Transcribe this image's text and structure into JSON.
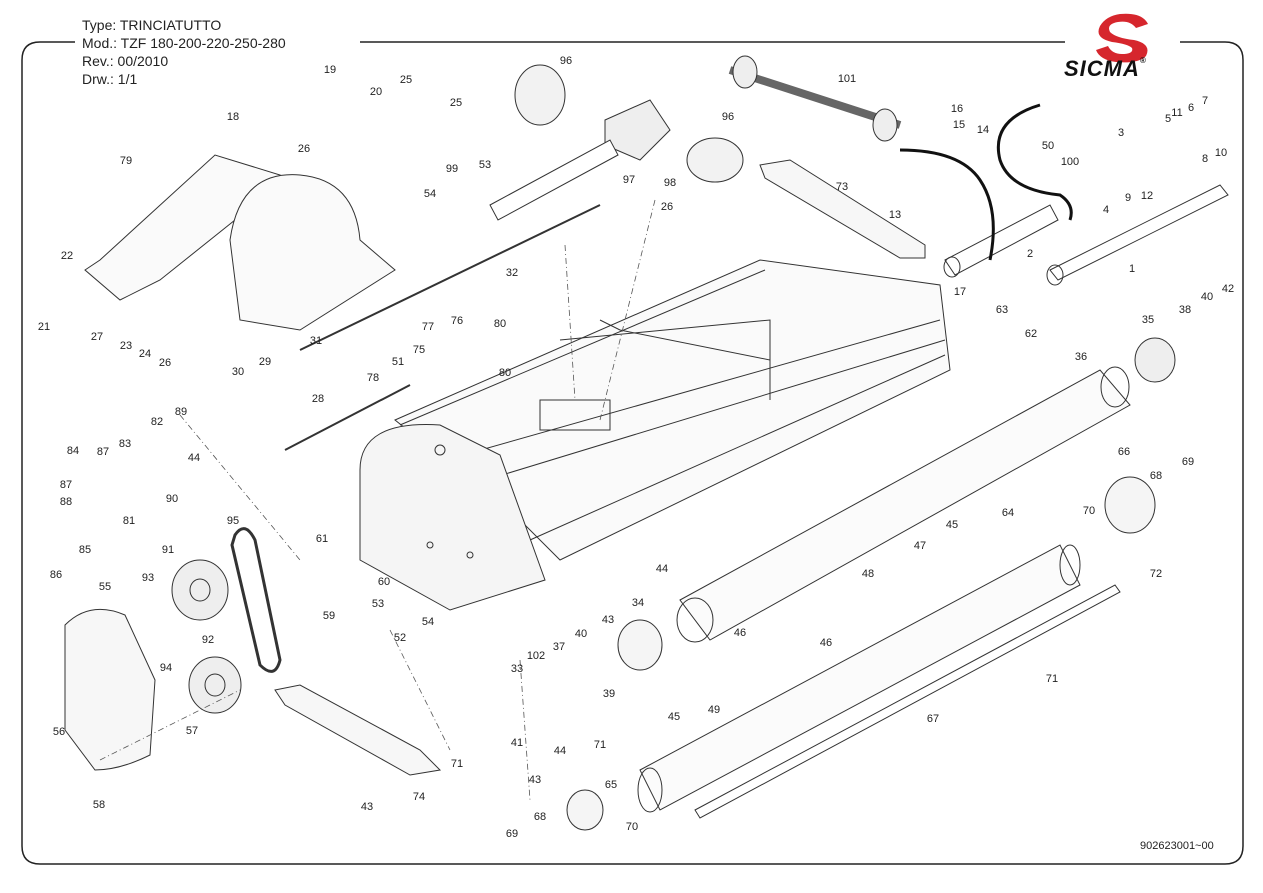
{
  "header": {
    "type_line": "Type: TRINCIATUTTO",
    "mod_line": "Mod.: TZF 180-200-220-250-280",
    "rev_line": "Rev.:  00/2010",
    "drw_line": "Drw.:  1/1"
  },
  "brand": {
    "name": "SICMA",
    "registered": "®",
    "color": "#d6262d"
  },
  "drawing_number": "902623001~00",
  "callouts": [
    "19",
    "20",
    "25",
    "25",
    "26",
    "18",
    "79",
    "96",
    "96",
    "101",
    "99",
    "53",
    "54",
    "97",
    "98",
    "26",
    "22",
    "21",
    "27",
    "23",
    "24",
    "26",
    "32",
    "31",
    "77",
    "76",
    "80",
    "75",
    "51",
    "80",
    "78",
    "30",
    "29",
    "28",
    "82",
    "89",
    "44",
    "83",
    "84",
    "87",
    "87",
    "88",
    "81",
    "90",
    "85",
    "86",
    "95",
    "91",
    "93",
    "92",
    "55",
    "94",
    "56",
    "57",
    "58",
    "61",
    "60",
    "59",
    "53",
    "52",
    "54",
    "16",
    "15",
    "14",
    "50",
    "100",
    "13",
    "2",
    "73",
    "17",
    "7",
    "6",
    "11",
    "5",
    "3",
    "8",
    "10",
    "9",
    "12",
    "4",
    "1",
    "63",
    "62",
    "35",
    "38",
    "40",
    "42",
    "36",
    "66",
    "68",
    "69",
    "70",
    "64",
    "45",
    "47",
    "48",
    "46",
    "72",
    "71",
    "67",
    "44",
    "34",
    "43",
    "46",
    "37",
    "40",
    "102",
    "33",
    "39",
    "41",
    "45",
    "49",
    "74",
    "71",
    "43",
    "44",
    "71",
    "65",
    "43",
    "68",
    "70",
    "69"
  ]
}
